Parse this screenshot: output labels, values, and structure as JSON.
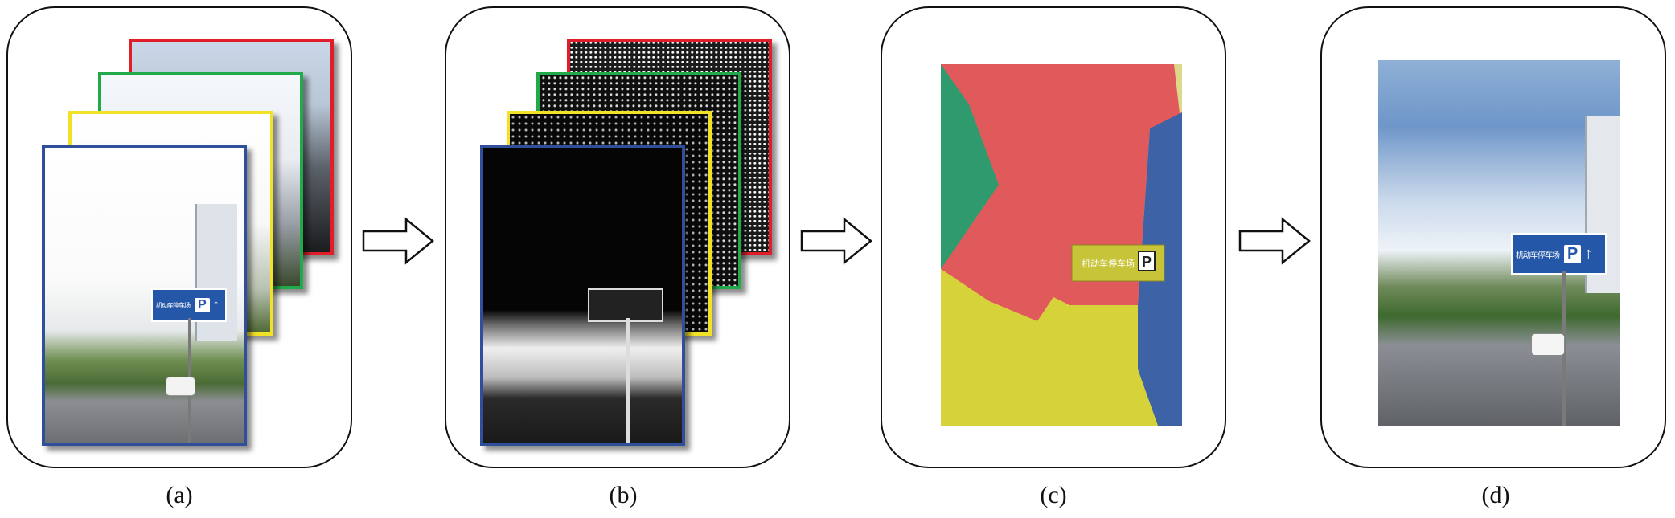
{
  "panels": [
    {
      "id": "a",
      "caption": "(a)"
    },
    {
      "id": "b",
      "caption": "(b)"
    },
    {
      "id": "c",
      "caption": "(c)"
    },
    {
      "id": "d",
      "caption": "(d)"
    }
  ],
  "frame_colors": {
    "red": "#e11d2a",
    "green": "#22a94a",
    "yellow": "#f2e227",
    "blue": "#2f4f9a"
  },
  "segment_colors": {
    "sky_red": "#e05a5c",
    "green_region": "#2f9a6e",
    "yellow_region": "#d6d23a",
    "blue_region": "#3d63a6"
  },
  "sign": {
    "chinese_text": "机动车停车场",
    "p_text": "P",
    "arrow_glyph": "↑"
  },
  "icons": {
    "arrow": "right-arrow-icon"
  }
}
